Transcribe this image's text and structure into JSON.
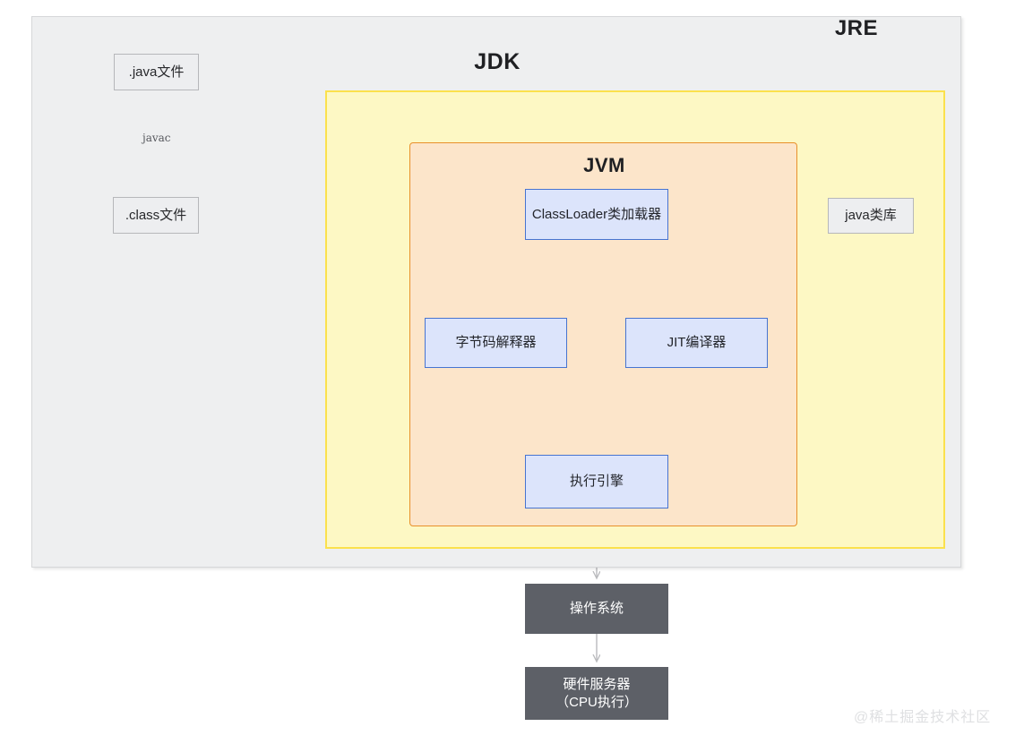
{
  "diagram": {
    "title_visible": false,
    "containers": [
      {
        "id": "jdk",
        "label": "JDK",
        "fill": "#eeeff0",
        "stroke": "#d6d7d9"
      },
      {
        "id": "jre",
        "label": "JRE",
        "fill": "#fdf8c4",
        "stroke": "#fbe14d"
      },
      {
        "id": "jvm",
        "label": "JVM",
        "fill": "#fce5ca",
        "stroke": "#e8902a"
      }
    ],
    "nodes": [
      {
        "id": "java_file",
        "label": ".java文件",
        "style": "grey"
      },
      {
        "id": "class_file",
        "label": ".class文件",
        "style": "grey"
      },
      {
        "id": "java_lib",
        "label": "java类库",
        "style": "grey"
      },
      {
        "id": "classloader",
        "label": "ClassLoader类加载器",
        "style": "blue"
      },
      {
        "id": "interpreter",
        "label": "字节码解释器",
        "style": "blue"
      },
      {
        "id": "jit",
        "label": "JIT编译器",
        "style": "blue"
      },
      {
        "id": "engine",
        "label": "执行引擎",
        "style": "blue"
      },
      {
        "id": "os",
        "label": "操作系统",
        "style": "dark"
      },
      {
        "id": "hardware",
        "label": "硬件服务器\n（CPU执行）",
        "line1": "硬件服务器",
        "line2": "（CPU执行）",
        "style": "dark"
      }
    ],
    "edges": [
      {
        "from": "java_file",
        "to": "class_file",
        "label": "javac"
      },
      {
        "from": "class_file",
        "to": "classloader",
        "label": ""
      },
      {
        "from": "java_lib",
        "to": "classloader",
        "label": ""
      },
      {
        "from": "classloader",
        "to": "interpreter",
        "label": ""
      },
      {
        "from": "classloader",
        "to": "jit",
        "label": ""
      },
      {
        "from": "interpreter",
        "to": "engine",
        "label": ""
      },
      {
        "from": "jit",
        "to": "engine",
        "label": ""
      },
      {
        "from": "engine",
        "to": "os",
        "label": ""
      },
      {
        "from": "os",
        "to": "hardware",
        "label": ""
      }
    ],
    "colors": {
      "node_blue_fill": "#dce4fb",
      "node_blue_stroke": "#4774d0",
      "node_grey_fill": "#edeef0",
      "node_grey_stroke": "#b6b7ba",
      "node_dark_fill": "#5d6067",
      "arrow": "#b9babd",
      "background": "#ffffff"
    }
  },
  "watermark": {
    "text": "@稀土掘金技术社区"
  }
}
